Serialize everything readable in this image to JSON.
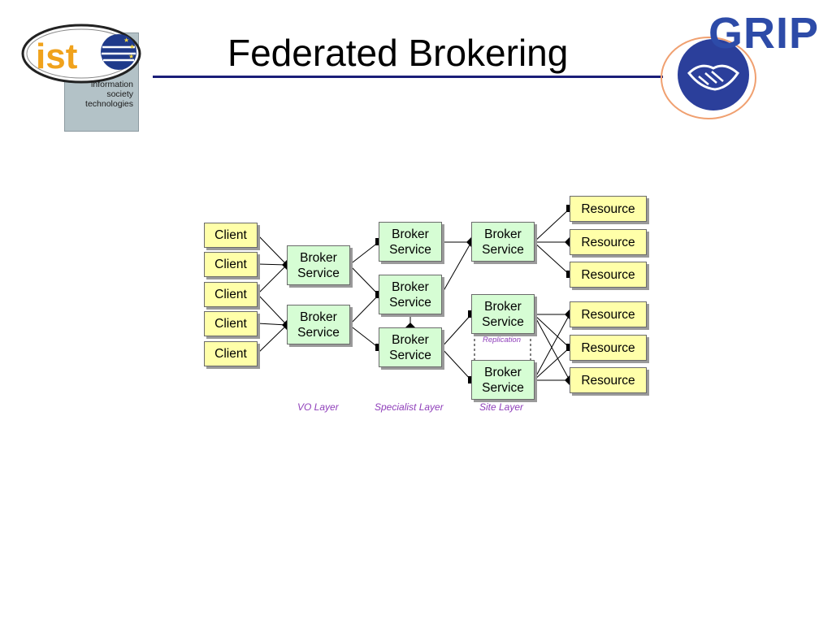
{
  "slide": {
    "title": "Federated Brokering"
  },
  "logos": {
    "ist": {
      "wordmark": "ist",
      "line1": "information",
      "line2": "society",
      "line3": "technologies"
    },
    "grip": {
      "wordmark": "GRIP"
    }
  },
  "diagram": {
    "clients": [
      "Client",
      "Client",
      "Client",
      "Client",
      "Client"
    ],
    "vo_brokers": [
      "Broker\nService",
      "Broker\nService"
    ],
    "specialist_brokers": [
      "Broker\nService",
      "Broker\nService",
      "Broker\nService"
    ],
    "site_brokers": [
      "Broker\nService",
      "Broker\nService",
      "Broker\nService"
    ],
    "resources": [
      "Resource",
      "Resource",
      "Resource",
      "Resource",
      "Resource",
      "Resource"
    ],
    "replication_label": "Replication",
    "layer_labels": {
      "vo": "VO Layer",
      "specialist": "Specialist Layer",
      "site": "Site Layer"
    }
  },
  "colors": {
    "client_fill": "#ffffa9",
    "broker_fill": "#d6fdd4",
    "layer_label": "#8f3fba",
    "title_rule": "#1a1e78",
    "grip_blue": "#2d4ba8"
  }
}
